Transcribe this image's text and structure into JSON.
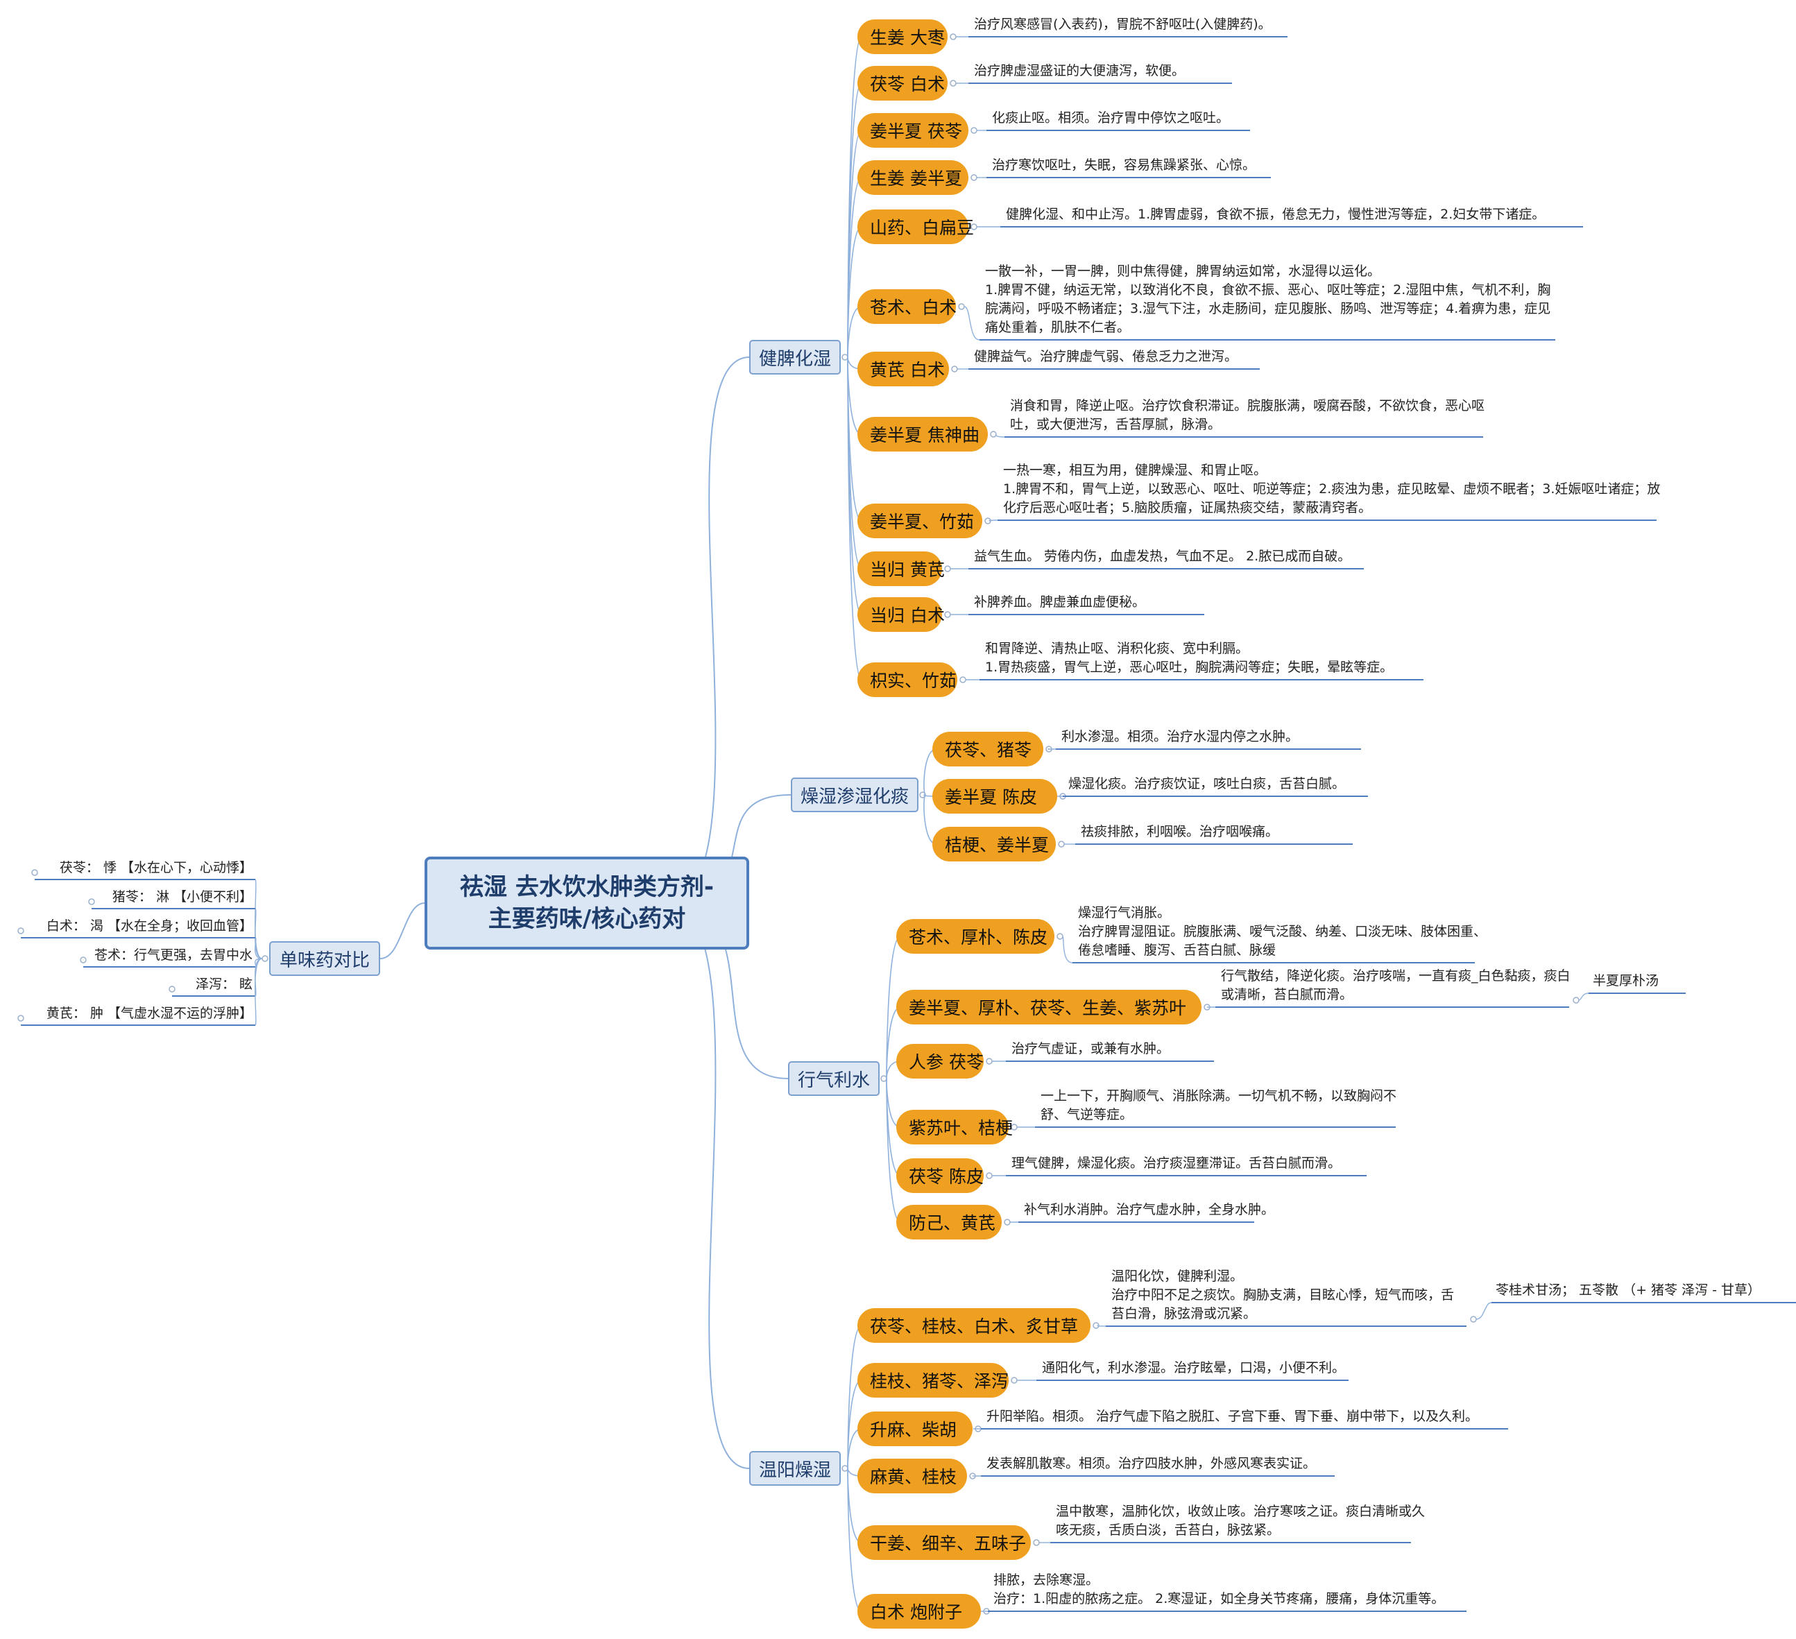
{
  "root": {
    "title": "祛湿 去水饮水肿类方剂-主要药味/核心药对",
    "line1": "祛湿 去水饮水肿类方剂-",
    "line2": "主要药味/核心药对"
  },
  "left": {
    "title": "单味药对比",
    "items": [
      "茯苓：  悸 【水在心下，心动悸】",
      "猪苓：  淋 【小便不利】",
      "白术：  渴 【水在全身；收回血管】",
      "苍术：行气更强，去胃中水",
      "泽泻：  眩",
      "黄芪：  肿 【气虚水湿不运的浮肿】"
    ]
  },
  "branches": [
    {
      "title": "健脾化湿",
      "pairs": [
        {
          "name": "生姜 大枣",
          "lines": [
            "治疗风寒感冒(入表药)，胃脘不舒呕吐(入健脾药)。"
          ]
        },
        {
          "name": "茯苓 白术",
          "lines": [
            "治疗脾虚湿盛证的大便溏泻，软便。"
          ]
        },
        {
          "name": "姜半夏 茯苓",
          "lines": [
            "化痰止呕。相须。治疗胃中停饮之呕吐。"
          ]
        },
        {
          "name": "生姜 姜半夏",
          "lines": [
            "治疗寒饮呕吐，失眠，容易焦躁紧张、心惊。"
          ]
        },
        {
          "name": "山药、白扁豆",
          "lines": [
            "健脾化湿、和中止泻。1.脾胃虚弱，食欲不振，倦怠无力，慢性泄泻等症，2.妇女带下诸症。"
          ]
        },
        {
          "name": "苍术、白术",
          "lines": [
            "一散一补，一胃一脾，则中焦得健，脾胃纳运如常，水湿得以运化。",
            "1.脾胃不健，纳运无常，以致消化不良，食欲不振、恶心、呕吐等症；2.湿阻中焦，气机不利，胸脘满闷，呼吸不畅诸症；3.湿气下注，水走肠间，症见腹胀、肠鸣、泄泻等症；4.着痹为患，症见痛处重着，肌肤不仁者。"
          ]
        },
        {
          "name": "黄芪 白术",
          "lines": [
            "健脾益气。治疗脾虚气弱、倦怠乏力之泄泻。"
          ]
        },
        {
          "name": "姜半夏 焦神曲",
          "lines": [
            "消食和胃，降逆止呕。治疗饮食积滞证。脘腹胀满，嗳腐吞酸，不欲饮食，恶心呕吐，或大便泄泻，舌苔厚腻，脉滑。"
          ]
        },
        {
          "name": "姜半夏、竹茹",
          "lines": [
            "一热一寒，相互为用，健脾燥湿、和胃止呕。",
            "1.脾胃不和，胃气上逆，以致恶心、呕吐、呃逆等症；2.痰浊为患，症见眩晕、虚烦不眠者；3.妊娠呕吐诸症；放化疗后恶心呕吐者；5.脑胶质瘤，证属热痰交结，蒙蔽清窍者。"
          ]
        },
        {
          "name": "当归 黄芪",
          "lines": [
            "益气生血。 劳倦内伤，血虚发热，气血不足。 2.脓已成而自破。"
          ]
        },
        {
          "name": "当归 白术",
          "lines": [
            "补脾养血。脾虚兼血虚便秘。"
          ]
        },
        {
          "name": "枳实、竹茹",
          "lines": [
            "和胃降逆、清热止呕、消积化痰、宽中利膈。",
            "1.胃热痰盛，胃气上逆，恶心呕吐，胸脘满闷等症；失眠，晕眩等症。"
          ]
        }
      ]
    },
    {
      "title": "燥湿渗湿化痰",
      "pairs": [
        {
          "name": "茯苓、猪苓",
          "lines": [
            "利水渗湿。相须。治疗水湿内停之水肿。"
          ]
        },
        {
          "name": "姜半夏 陈皮",
          "lines": [
            "燥湿化痰。治疗痰饮证，咳吐白痰，舌苔白腻。"
          ]
        },
        {
          "name": "桔梗、姜半夏",
          "lines": [
            "祛痰排脓，利咽喉。治疗咽喉痛。"
          ]
        }
      ]
    },
    {
      "title": "行气利水",
      "pairs": [
        {
          "name": "苍术、厚朴、陈皮",
          "lines": [
            "燥湿行气消胀。",
            "治疗脾胃湿阻证。脘腹胀满、嗳气泛酸、纳差、口淡无味、肢体困重、倦怠嗜睡、腹泻、舌苔白腻、脉缓"
          ]
        },
        {
          "name": "姜半夏、厚朴、茯苓、生姜、紫苏叶",
          "lines": [
            "行气散结，降逆化痰。治疗咳喘，一直有痰_白色黏痰，痰白或清晰，苔白腻而滑。"
          ],
          "note": "半夏厚朴汤"
        },
        {
          "name": "人参 茯苓",
          "lines": [
            "治疗气虚证，或兼有水肿。"
          ]
        },
        {
          "name": "紫苏叶、桔梗",
          "lines": [
            "一上一下，开胸顺气、消胀除满。一切气机不畅，以致胸闷不舒、气逆等症。"
          ]
        },
        {
          "name": "茯苓 陈皮",
          "lines": [
            "理气健脾，燥湿化痰。治疗痰湿壅滞证。舌苔白腻而滑。"
          ]
        },
        {
          "name": "防己、黄芪",
          "lines": [
            "补气利水消肿。治疗气虚水肿，全身水肿。"
          ]
        }
      ]
    },
    {
      "title": "温阳燥湿",
      "pairs": [
        {
          "name": "茯苓、桂枝、白术、炙甘草",
          "lines": [
            "温阳化饮，健脾利湿。",
            "治疗中阳不足之痰饮。胸胁支满，目眩心悸，短气而咳，舌苔白滑，脉弦滑或沉紧。"
          ],
          "note": "苓桂术甘汤；  五苓散  （+ 猪苓 泽泻 - 甘草）"
        },
        {
          "name": "桂枝、猪苓、泽泻",
          "lines": [
            "通阳化气，利水渗湿。治疗眩晕，口渴，小便不利。"
          ]
        },
        {
          "name": "升麻、柴胡",
          "lines": [
            "升阳举陷。相须。 治疗气虚下陷之脱肛、子宫下垂、胃下垂、崩中带下，以及久利。"
          ]
        },
        {
          "name": "麻黄、桂枝",
          "lines": [
            "发表解肌散寒。相须。治疗四肢水肿，外感风寒表实证。"
          ]
        },
        {
          "name": "干姜、细辛、五味子",
          "lines": [
            "温中散寒，温肺化饮，收敛止咳。治疗寒咳之证。痰白清晰或久咳无痰，舌质白淡，舌苔白，脉弦紧。"
          ]
        },
        {
          "name": "白术 炮附子",
          "lines": [
            "排脓，去除寒湿。",
            "治疗：1.阳虚的脓疡之症。 2.寒湿证，如全身关节疼痛，腰痛，身体沉重等。"
          ]
        }
      ]
    }
  ],
  "colors": {
    "line": "#8fb1dc",
    "underline": "#4d7dbd",
    "herb": "#f0a020",
    "cat_bg": "#dde7f4",
    "cat_border": "#7b9fcf",
    "root_bg": "#dbe6f4",
    "root_border": "#4d7dbd"
  }
}
